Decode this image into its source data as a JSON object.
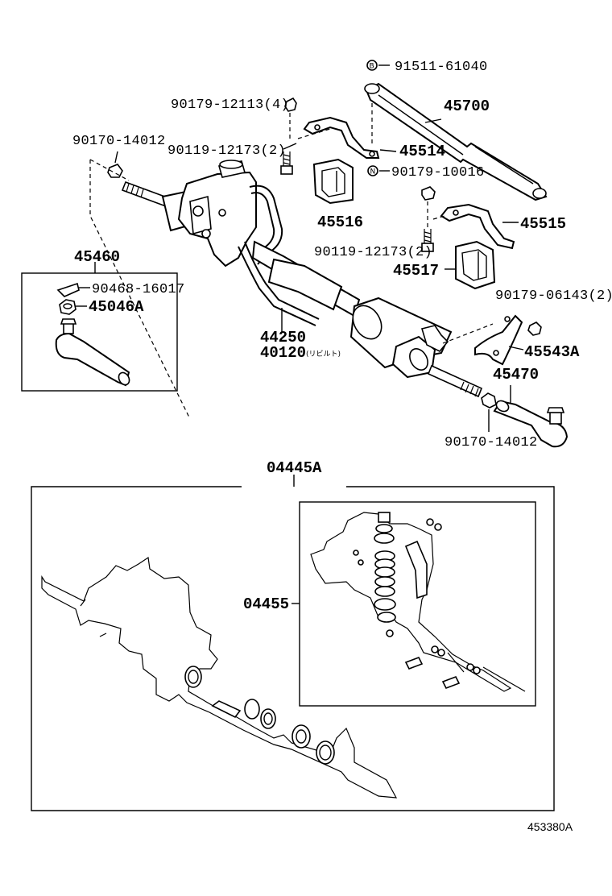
{
  "labels": {
    "p91511": "91511-61040",
    "p45700": "45700",
    "p90179_12113": "90179-12113(4)",
    "p90170_14012_top": "90170-14012",
    "p90119_12173_a": "90119-12173(2)",
    "p45514": "45514",
    "p90179_10016": "90179-10016",
    "p45516": "45516",
    "p45515": "45515",
    "p90119_12173_b": "90119-12173(2)",
    "p45517": "45517",
    "p45460": "45460",
    "p90468_16017": "90468-16017",
    "p45046A": "45046A",
    "p90179_06143": "90179-06143(2)",
    "p44250": "44250",
    "p40120": "40120",
    "p40120_note": "(リビルト)",
    "p45543A": "45543A",
    "p45470": "45470",
    "p90170_14012_bottom": "90170-14012",
    "p04445A": "04445A",
    "p04455": "04455"
  },
  "markers": {
    "b": "B",
    "n": "N"
  },
  "footer": {
    "code": "453380A"
  }
}
